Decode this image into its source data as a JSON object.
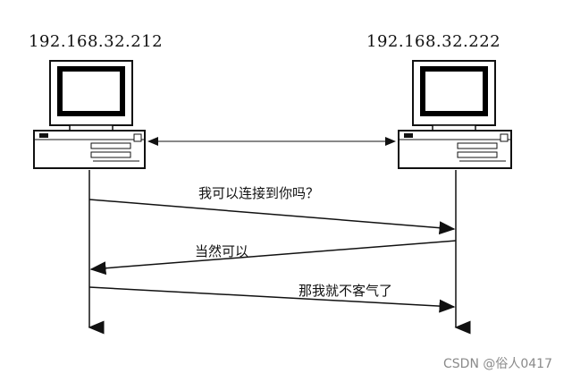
{
  "hosts": {
    "left": {
      "ip": "192.168.32.212"
    },
    "right": {
      "ip": "192.168.32.222"
    }
  },
  "messages": [
    {
      "text": "我可以连接到你吗？",
      "direction": "left-to-right"
    },
    {
      "text": "当然可以",
      "direction": "right-to-left"
    },
    {
      "text": "那我就不客气了",
      "direction": "left-to-right"
    }
  ],
  "connection": {
    "type": "bidirectional"
  },
  "watermark": "CSDN @俗人0417",
  "colors": {
    "line": "#111111",
    "screen": "#000000",
    "body": "#ffffff",
    "watermark": "#8a8a8a"
  }
}
